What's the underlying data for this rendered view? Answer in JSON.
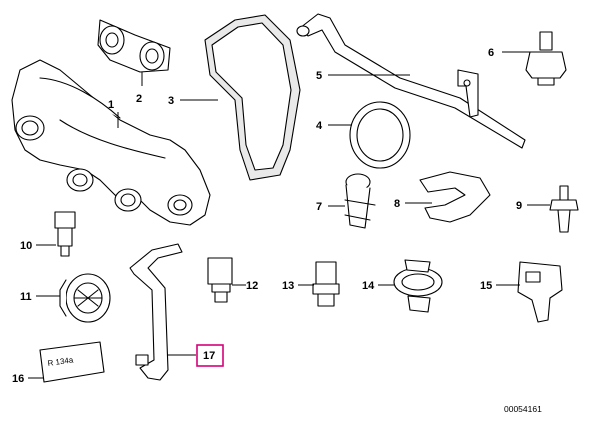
{
  "callouts": [
    "1",
    "2",
    "3",
    "4",
    "5",
    "6",
    "7",
    "8",
    "9",
    "10",
    "11",
    "12",
    "13",
    "14",
    "15",
    "16",
    "17"
  ],
  "highlighted_callout": "17",
  "highlight_color": "#d6007a",
  "label_text": "R 134a",
  "diagram_id": "00054161"
}
